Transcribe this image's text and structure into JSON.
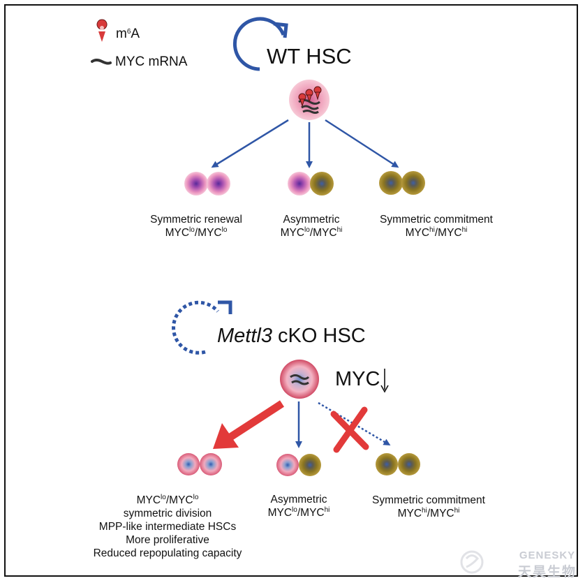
{
  "legend": {
    "m6a_label_base": "m",
    "m6a_label_sup": "6",
    "m6a_label_tail": "A",
    "myc_mrna_label": "MYC mRNA"
  },
  "wt": {
    "title": "WT HSC",
    "outcomes": [
      {
        "line1": "Symmetric renewal",
        "myc_a": "MYC",
        "sup_a": "lo",
        "sep": "/",
        "myc_b": "MYC",
        "sup_b": "lo"
      },
      {
        "line1": "Asymmetric",
        "myc_a": "MYC",
        "sup_a": "lo",
        "sep": "/",
        "myc_b": "MYC",
        "sup_b": "hi"
      },
      {
        "line1": "Symmetric commitment",
        "myc_a": "MYC",
        "sup_a": "hi",
        "sep": "/",
        "myc_b": "MYC",
        "sup_b": "hi"
      }
    ]
  },
  "ko": {
    "title_italic": "Mettl3",
    "title_rest": " cKO HSC",
    "myc_down_label": "MYC",
    "outcome_left": {
      "myc_a": "MYC",
      "sup_a": "lo",
      "sep": "/",
      "myc_b": "MYC",
      "sup_b": "lo",
      "lines": [
        "symmetric division",
        "MPP-like intermediate HSCs",
        "More proliferative",
        "Reduced repopulating capacity"
      ]
    },
    "outcome_mid": {
      "line1": "Asymmetric",
      "myc_a": "MYC",
      "sup_a": "lo",
      "sep": "/",
      "myc_b": "MYC",
      "sup_b": "hi"
    },
    "outcome_right": {
      "line1": "Symmetric commitment",
      "myc_a": "MYC",
      "sup_a": "hi",
      "sep": "/",
      "myc_b": "MYC",
      "sup_b": "hi"
    }
  },
  "watermark": {
    "en": "GENESKY",
    "zh": "天昊生物"
  },
  "colors": {
    "arrow_blue": "#2f56a6",
    "arrow_red": "#e23a3a",
    "cell_pink": "#e88aa8",
    "cell_olive": "#8a7420",
    "nucleus_blue": "#4f6fb8",
    "nucleus_purple": "#7a3aa0"
  }
}
